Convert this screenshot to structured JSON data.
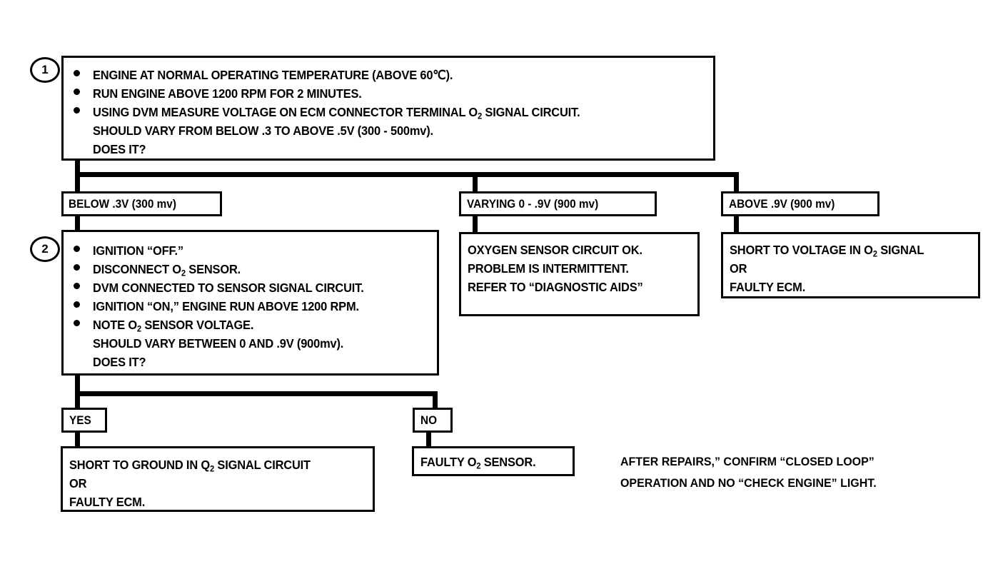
{
  "document": {
    "title": "Oxygen Sensor Diagnostic Flowchart",
    "ink_color": "#000000",
    "background_color": "#ffffff"
  },
  "steps": {
    "one": "1",
    "two": "2"
  },
  "step1": {
    "bullets": [
      "ENGINE AT NORMAL OPERATING TEMPERATURE (ABOVE 60℃).",
      "RUN ENGINE ABOVE 1200 RPM FOR 2 MINUTES.",
      "USING DVM MEASURE VOLTAGE ON ECM CONNECTOR TERMINAL O"
    ],
    "bullet3_suffix": " SIGNAL CIRCUIT.",
    "bullet3_sub": "2",
    "continuation": [
      "SHOULD VARY FROM BELOW .3 TO ABOVE .5V (300 - 500mv).",
      "DOES IT?"
    ]
  },
  "branches": {
    "below": "BELOW .3V (300 mv)",
    "varying": "VARYING 0 - .9V (900 mv)",
    "above": "ABOVE .9V (900 mv)"
  },
  "step2": {
    "bullet1": "IGNITION “OFF.”",
    "bullet2_pre": "DISCONNECT O",
    "bullet2_sub": "2",
    "bullet2_post": " SENSOR.",
    "bullet3": "DVM CONNECTED TO SENSOR SIGNAL CIRCUIT.",
    "bullet4": "IGNITION “ON,” ENGINE RUN ABOVE 1200 RPM.",
    "bullet5_pre": "NOTE O",
    "bullet5_sub": "2",
    "bullet5_post": " SENSOR VOLTAGE.",
    "continuation": [
      "SHOULD VARY BETWEEN 0 AND .9V (900mv).",
      "DOES IT?"
    ]
  },
  "middle_result": {
    "line1": "OXYGEN SENSOR CIRCUIT OK.",
    "line2": "PROBLEM IS INTERMITTENT.",
    "line3": "REFER TO “DIAGNOSTIC AIDS”"
  },
  "right_result": {
    "line1_pre": "SHORT TO VOLTAGE IN O",
    "line1_sub": "2",
    "line1_post": " SIGNAL",
    "line2": "OR",
    "line3": "FAULTY ECM."
  },
  "decision": {
    "yes": "YES",
    "no": "NO"
  },
  "yes_result": {
    "line1_pre": "SHORT TO GROUND IN Q",
    "line1_sub": "2",
    "line1_post": " SIGNAL CIRCUIT",
    "line2": "OR",
    "line3": "FAULTY ECM."
  },
  "no_result": {
    "line_pre": "FAULTY O",
    "line_sub": "2",
    "line_post": " SENSOR."
  },
  "footer_note": {
    "line1": "AFTER REPAIRS,” CONFIRM “CLOSED LOOP”",
    "line2": "OPERATION AND NO “CHECK ENGINE” LIGHT."
  }
}
